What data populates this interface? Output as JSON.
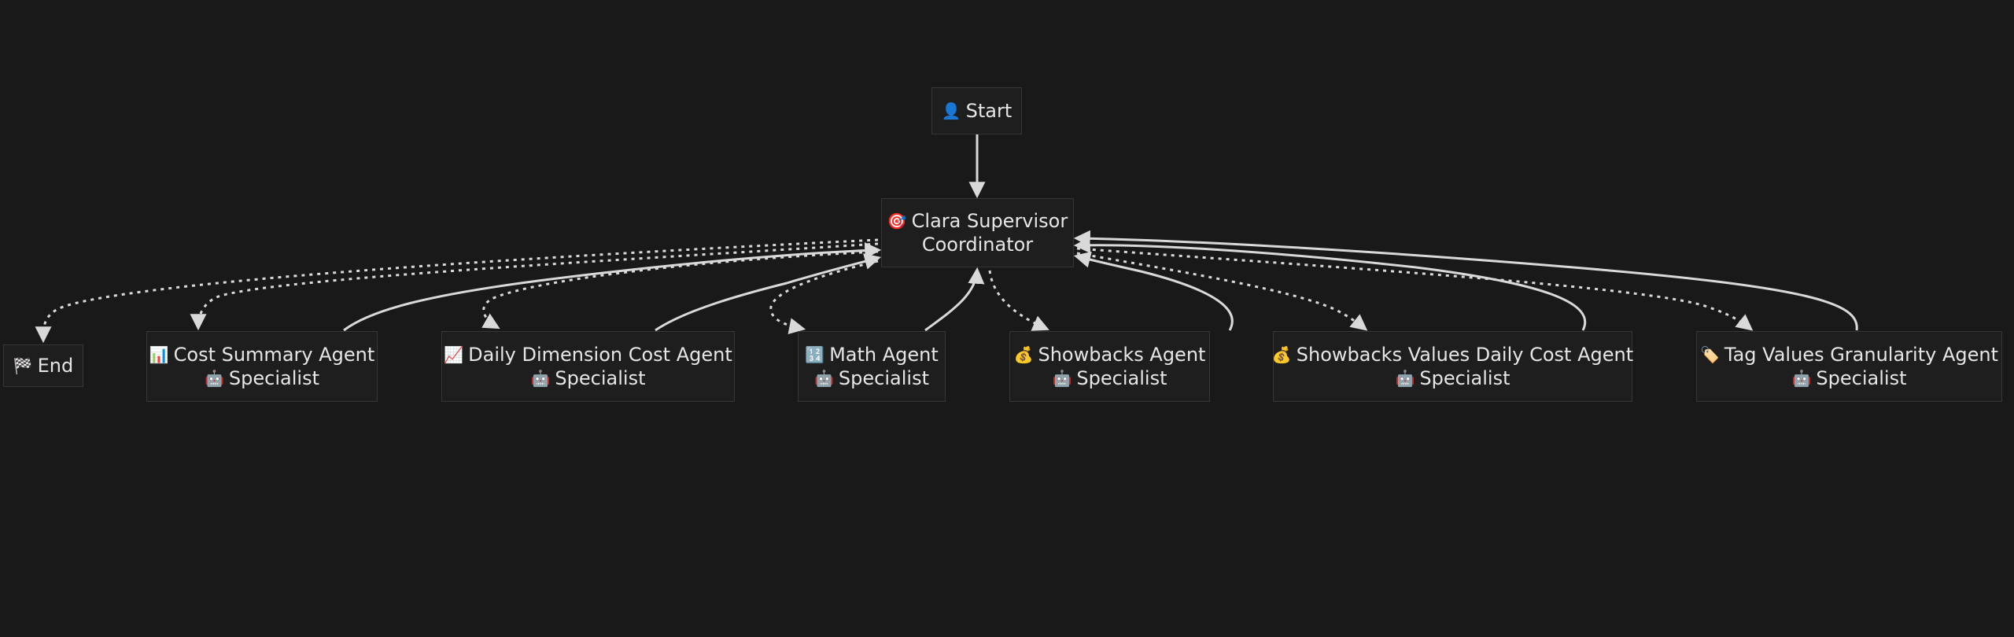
{
  "nodes": {
    "start": {
      "icon": "👤",
      "label": "Start"
    },
    "clara": {
      "icon": "🎯",
      "label": "Clara Supervisor",
      "sub": "Coordinator"
    },
    "end": {
      "icon": "🏁",
      "label": "End"
    },
    "cost": {
      "icon": "📊",
      "label": "Cost Summary Agent",
      "sub_icon": "🤖",
      "sub": "Specialist"
    },
    "daily": {
      "icon": "📈",
      "label": "Daily Dimension Cost Agent",
      "sub_icon": "🤖",
      "sub": "Specialist"
    },
    "math": {
      "icon": "🔢",
      "label": "Math Agent",
      "sub_icon": "🤖",
      "sub": "Specialist"
    },
    "show": {
      "icon": "💰",
      "label": "Showbacks Agent",
      "sub_icon": "🤖",
      "sub": "Specialist"
    },
    "sval": {
      "icon": "💰",
      "label": "Showbacks Values Daily Cost Agent",
      "sub_icon": "🤖",
      "sub": "Specialist"
    },
    "tag": {
      "icon": "🏷️",
      "label": "Tag Values Granularity Agent",
      "sub_icon": "🤖",
      "sub": "Specialist"
    }
  },
  "edges": [
    {
      "from": "start",
      "to": "clara",
      "style": "solid"
    },
    {
      "from": "clara",
      "to": "end",
      "style": "dotted"
    },
    {
      "from": "clara",
      "to": "cost",
      "style": "dotted"
    },
    {
      "from": "cost",
      "to": "clara",
      "style": "solid"
    },
    {
      "from": "clara",
      "to": "daily",
      "style": "dotted"
    },
    {
      "from": "daily",
      "to": "clara",
      "style": "solid"
    },
    {
      "from": "clara",
      "to": "math",
      "style": "dotted"
    },
    {
      "from": "math",
      "to": "clara",
      "style": "solid"
    },
    {
      "from": "clara",
      "to": "show",
      "style": "dotted"
    },
    {
      "from": "show",
      "to": "clara",
      "style": "solid"
    },
    {
      "from": "clara",
      "to": "sval",
      "style": "dotted"
    },
    {
      "from": "sval",
      "to": "clara",
      "style": "solid"
    },
    {
      "from": "clara",
      "to": "tag",
      "style": "dotted"
    },
    {
      "from": "tag",
      "to": "clara",
      "style": "solid"
    }
  ],
  "colors": {
    "background": "#191919",
    "node_fill": "#1e1e1e",
    "node_border": "#363636",
    "text": "#e6e6e6",
    "edge": "#d9d9d9"
  }
}
